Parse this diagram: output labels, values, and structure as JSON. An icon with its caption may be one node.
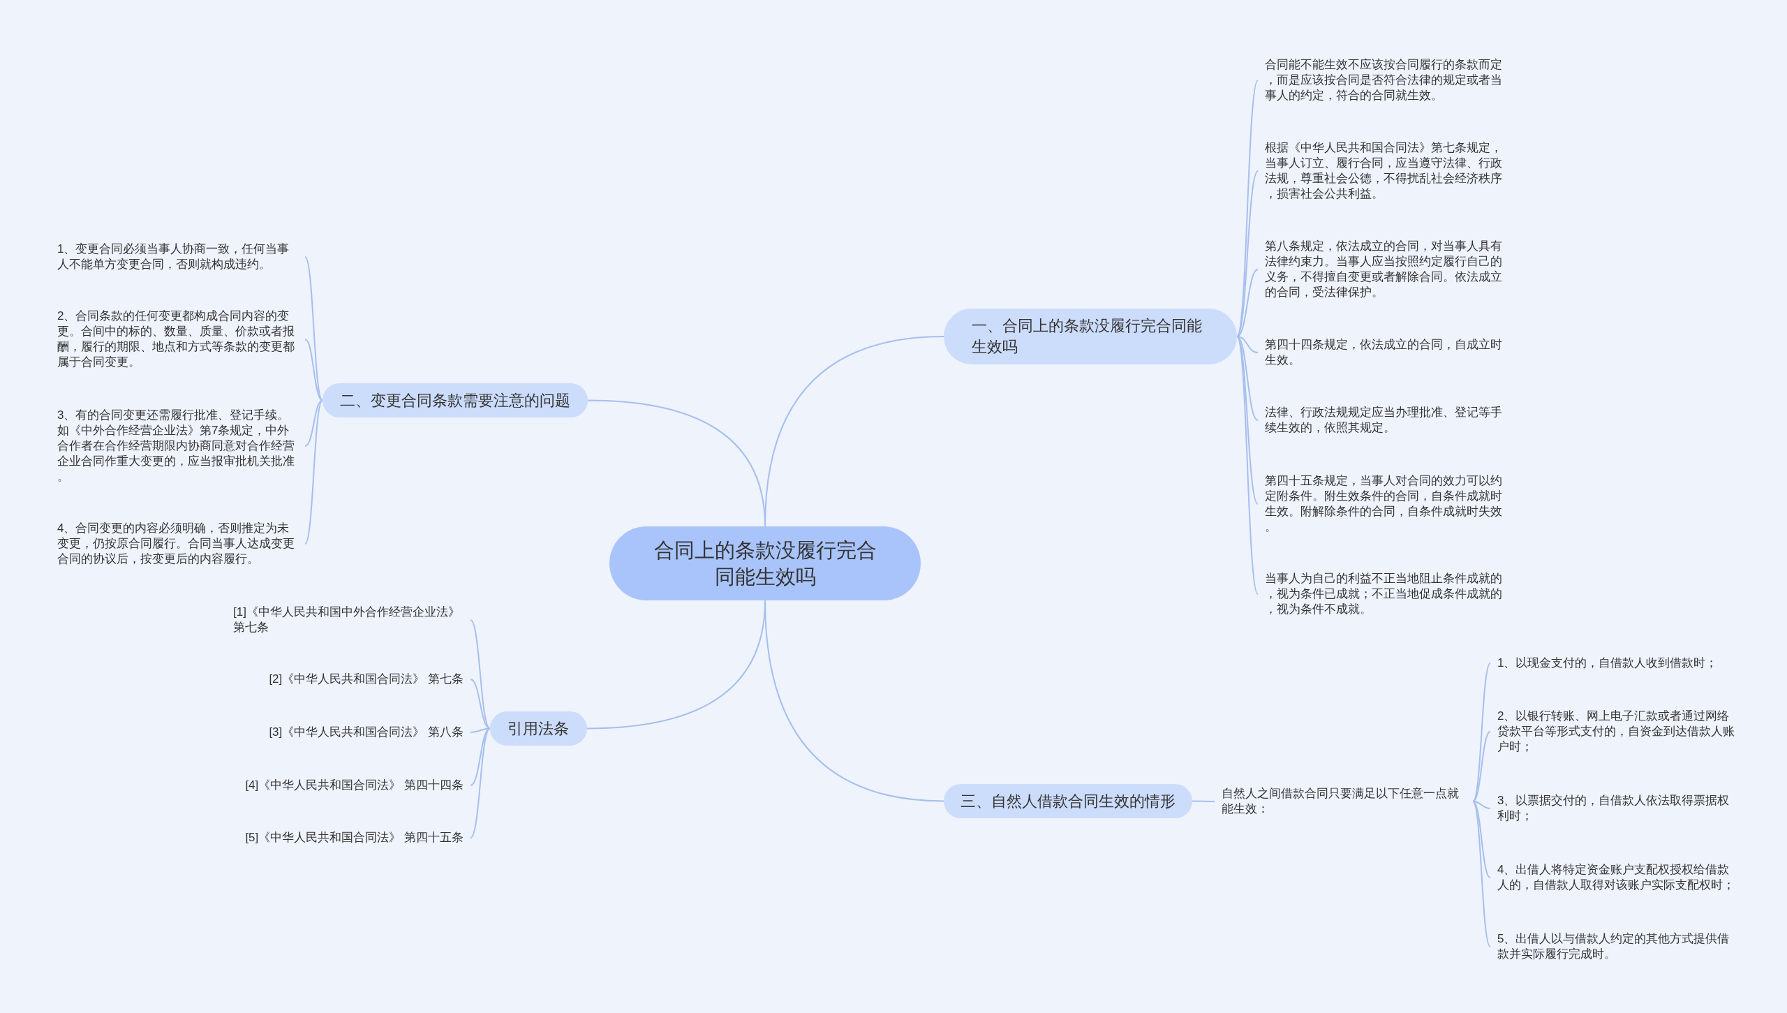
{
  "diagram": {
    "nodes": [
      {
        "text": [
          "合同上的条款没履行完合同能生效吗"
        ]
      },
      {
        "text": [
          "一、合同上的条款没履行完合同能生效吗"
        ]
      },
      {
        "text": [
          "合同能不能生效不应该按合同履行的条款而定，而是应该按合同是否符合法律的规定或者当事人的约定，符合的合同就生效。"
        ]
      },
      {
        "text": [
          "根据《中华人民共和国合同法》第七条规定，当事人订立、履行合同，应当遵守法律、行政法规，尊重社会公德，不得扰乱社会经济秩序，损害社会公共利益。"
        ]
      },
      {
        "text": [
          "第八条规定，依法成立的合同，对当事人具有法律约束力。当事人应当按照约定履行自己的义务，不得擅自变更或者解除合同。依法成立的合同，受法律保护。"
        ]
      },
      {
        "text": [
          "第四十四条规定，依法成立的合同，自成立时生效。"
        ]
      },
      {
        "text": [
          "法律、行政法规规定应当办理批准、登记等手续生效的，依照其规定。"
        ]
      },
      {
        "text": [
          "第四十五条规定，当事人对合同的效力可以约定附条件。附生效条件的合同，自条件成就时生效。附解除条件的合同，自条件成就时失效。"
        ]
      },
      {
        "text": [
          "当事人为自己的利益不正当地阻止条件成就的，视为条件已成就；不正当地促成条件成就的，视为条件不成就。"
        ]
      },
      {
        "text": [
          "二、变更合同条款需要注意的问题"
        ]
      },
      {
        "text": [
          "1、变更合同必须当事人协商一致，任何当事人不能单方变更合同，否则就构成违约。"
        ]
      },
      {
        "text": [
          "2、合同条款的任何变更都构成合同内容的变更。合间中的标的、数量、质量、价款或者报酬，履行的期限、地点和方式等条款的变更都属于合同变更。"
        ]
      },
      {
        "text": [
          "3、有的合同变更还需履行批准、登记手续。如《中外合作经营企业法》第7条规定，中外合作者在合作经营期限内协商同意对合作经营企业合同作重大变更的，应当报审批机关批准。"
        ]
      },
      {
        "text": [
          "4、合同变更的内容必须明确，否则推定为未变更，仍按原合同履行。合同当事人达成变更合同的协议后，按变更后的内容履行。"
        ]
      },
      {
        "text": [
          "三、自然人借款合同生效的情形"
        ]
      },
      {
        "text": [
          "自然人之间借款合同只要满足以下任意一点就能生效："
        ]
      },
      {
        "text": [
          "1、以现金支付的，自借款人收到借款时；"
        ]
      },
      {
        "text": [
          "2、以银行转账、网上电子汇款或者通过网络贷款平台等形式支付的，自资金到达借款人账户时；"
        ]
      },
      {
        "text": [
          "3、以票据交付的，自借款人依法取得票据权利时；"
        ]
      },
      {
        "text": [
          "4、出借人将特定资金账户支配权授权给借款人的，自借款人取得对该账户实际支配权时；"
        ]
      },
      {
        "text": [
          "5、出借人以与借款人约定的其他方式提供借款并实际履行完成时。"
        ]
      },
      {
        "text": [
          "引用法条"
        ]
      },
      {
        "text": [
          "[1]《中华人民共和国中外合作经营企业法》第七条"
        ]
      },
      {
        "text": [
          "[2]《中华人民共和国合同法》 第七条"
        ]
      },
      {
        "text": [
          "[3]《中华人民共和国合同法》 第八条"
        ]
      },
      {
        "text": [
          "[4]《中华人民共和国合同法》 第四十四条"
        ]
      },
      {
        "text": [
          "[5]《中华人民共和国合同法》 第四十五条"
        ]
      }
    ],
    "edges": [
      {
        "from": 0,
        "to": 1,
        "arrow": "none"
      },
      {
        "from": 1,
        "to": 2,
        "arrow": "none"
      },
      {
        "from": 1,
        "to": 3,
        "arrow": "none"
      },
      {
        "from": 1,
        "to": 4,
        "arrow": "none"
      },
      {
        "from": 1,
        "to": 5,
        "arrow": "none"
      },
      {
        "from": 1,
        "to": 6,
        "arrow": "none"
      },
      {
        "from": 1,
        "to": 7,
        "arrow": "none"
      },
      {
        "from": 1,
        "to": 8,
        "arrow": "none"
      },
      {
        "from": 0,
        "to": 9,
        "arrow": "none"
      },
      {
        "from": 9,
        "to": 10,
        "arrow": "none"
      },
      {
        "from": 9,
        "to": 11,
        "arrow": "none"
      },
      {
        "from": 9,
        "to": 12,
        "arrow": "none"
      },
      {
        "from": 9,
        "to": 13,
        "arrow": "none"
      },
      {
        "from": 0,
        "to": 14,
        "arrow": "none"
      },
      {
        "from": 14,
        "to": 15,
        "arrow": "none"
      },
      {
        "from": 15,
        "to": 16,
        "arrow": "none"
      },
      {
        "from": 15,
        "to": 17,
        "arrow": "none"
      },
      {
        "from": 15,
        "to": 18,
        "arrow": "none"
      },
      {
        "from": 15,
        "to": 19,
        "arrow": "none"
      },
      {
        "from": 15,
        "to": 20,
        "arrow": "none"
      },
      {
        "from": 0,
        "to": 21,
        "arrow": "none"
      },
      {
        "from": 21,
        "to": 22,
        "arrow": "none"
      },
      {
        "from": 21,
        "to": 23,
        "arrow": "none"
      },
      {
        "from": 21,
        "to": 24,
        "arrow": "none"
      },
      {
        "from": 21,
        "to": 25,
        "arrow": "none"
      },
      {
        "from": 21,
        "to": 26,
        "arrow": "none"
      }
    ]
  }
}
